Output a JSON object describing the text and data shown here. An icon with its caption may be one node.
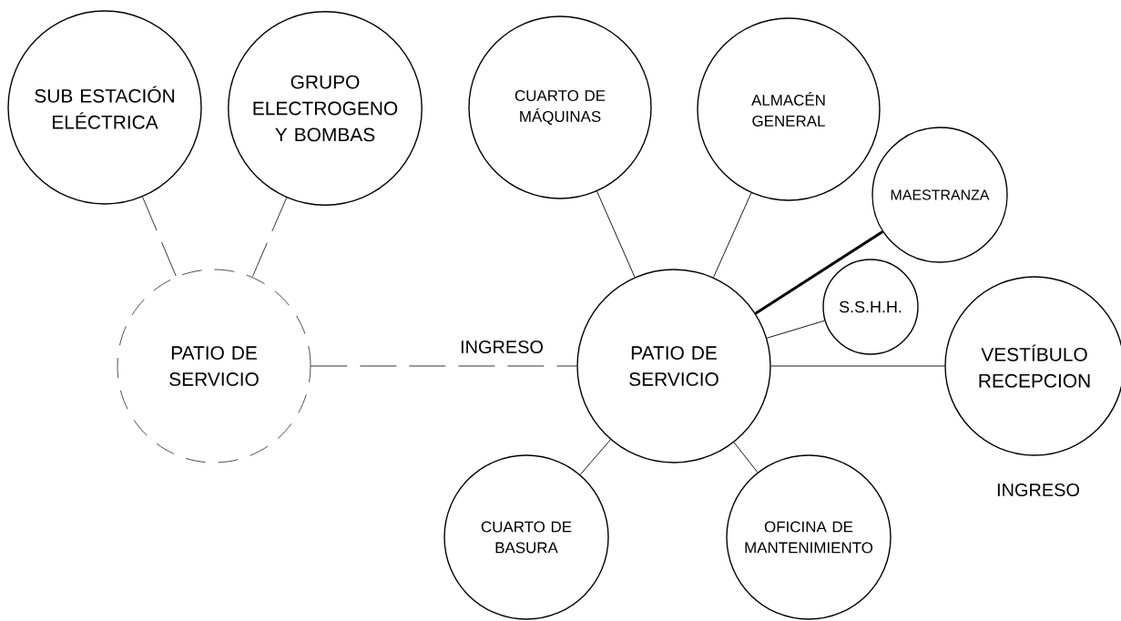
{
  "diagram": {
    "nodes": [
      {
        "text": [
          "SUB ESTACIÓN ELÉCTRICA"
        ]
      },
      {
        "text": [
          "GRUPO ELECTROGENO Y BOMBAS"
        ]
      },
      {
        "text": [
          "CUARTO DE MÁQUINAS"
        ]
      },
      {
        "text": [
          "ALMACÉN GENERAL"
        ]
      },
      {
        "text": [
          "MAESTRANZA"
        ]
      },
      {
        "text": [
          "S.S.H.H."
        ]
      },
      {
        "text": [
          "PATIO DE SERVICIO"
        ]
      },
      {
        "text": [
          "PATIO DE SERVICIO"
        ]
      },
      {
        "text": [
          "VESTÍBULO RECEPCION"
        ],
        "beside": [
          "INGRESO"
        ]
      },
      {
        "text": [
          "CUARTO DE BASURA"
        ]
      },
      {
        "text": [
          "OFICINA DE MANTENIMIENTO"
        ]
      }
    ],
    "edges": [
      {
        "from": 0,
        "to": 6,
        "arrow": "none",
        "style": "dashed"
      },
      {
        "from": 1,
        "to": 6,
        "arrow": "none",
        "style": "dashed"
      },
      {
        "from": 6,
        "to": 7,
        "arrow": "none",
        "style": "dashed",
        "label": "INGRESO"
      },
      {
        "from": 7,
        "to": 2,
        "arrow": "none"
      },
      {
        "from": 7,
        "to": 3,
        "arrow": "none"
      },
      {
        "from": 7,
        "to": 4,
        "arrow": "none",
        "style": "thick"
      },
      {
        "from": 7,
        "to": 5,
        "arrow": "none"
      },
      {
        "from": 7,
        "to": 8,
        "arrow": "none"
      },
      {
        "from": 7,
        "to": 9,
        "arrow": "none"
      },
      {
        "from": 7,
        "to": 10,
        "arrow": "none"
      }
    ]
  }
}
